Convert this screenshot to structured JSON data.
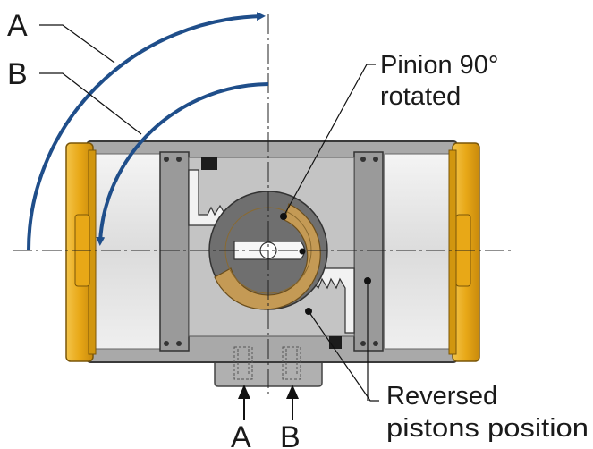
{
  "labels": {
    "arc_a": "A",
    "arc_b": "B",
    "pinion_line1": "Pinion 90°",
    "pinion_line2": "rotated",
    "port_a": "A",
    "port_b": "B",
    "pistons_line1": "Reversed",
    "pistons_line2": "pistons position"
  },
  "colors": {
    "arrow_blue": "#1f4e8a",
    "end_cap_yellow": "#e8a817",
    "body_gray": "#a6a6a6",
    "cylinder_light": "#e6e6e6",
    "pinion_dark": "#6e6e6e",
    "cam_bronze": "#c49a55"
  }
}
